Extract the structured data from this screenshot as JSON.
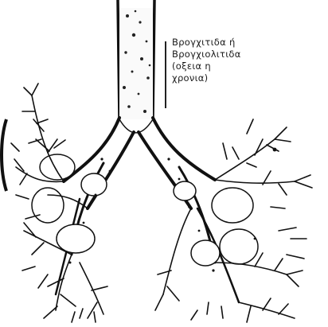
{
  "annotation": {
    "lines": [
      "Βρογχιτιδα ή",
      "Βρογχιολιτιδα",
      "(οξεια η",
      "χρονια)"
    ]
  },
  "colors": {
    "ink": "#111111",
    "paper": "#ffffff",
    "lobule_fill": "#ffffff"
  }
}
